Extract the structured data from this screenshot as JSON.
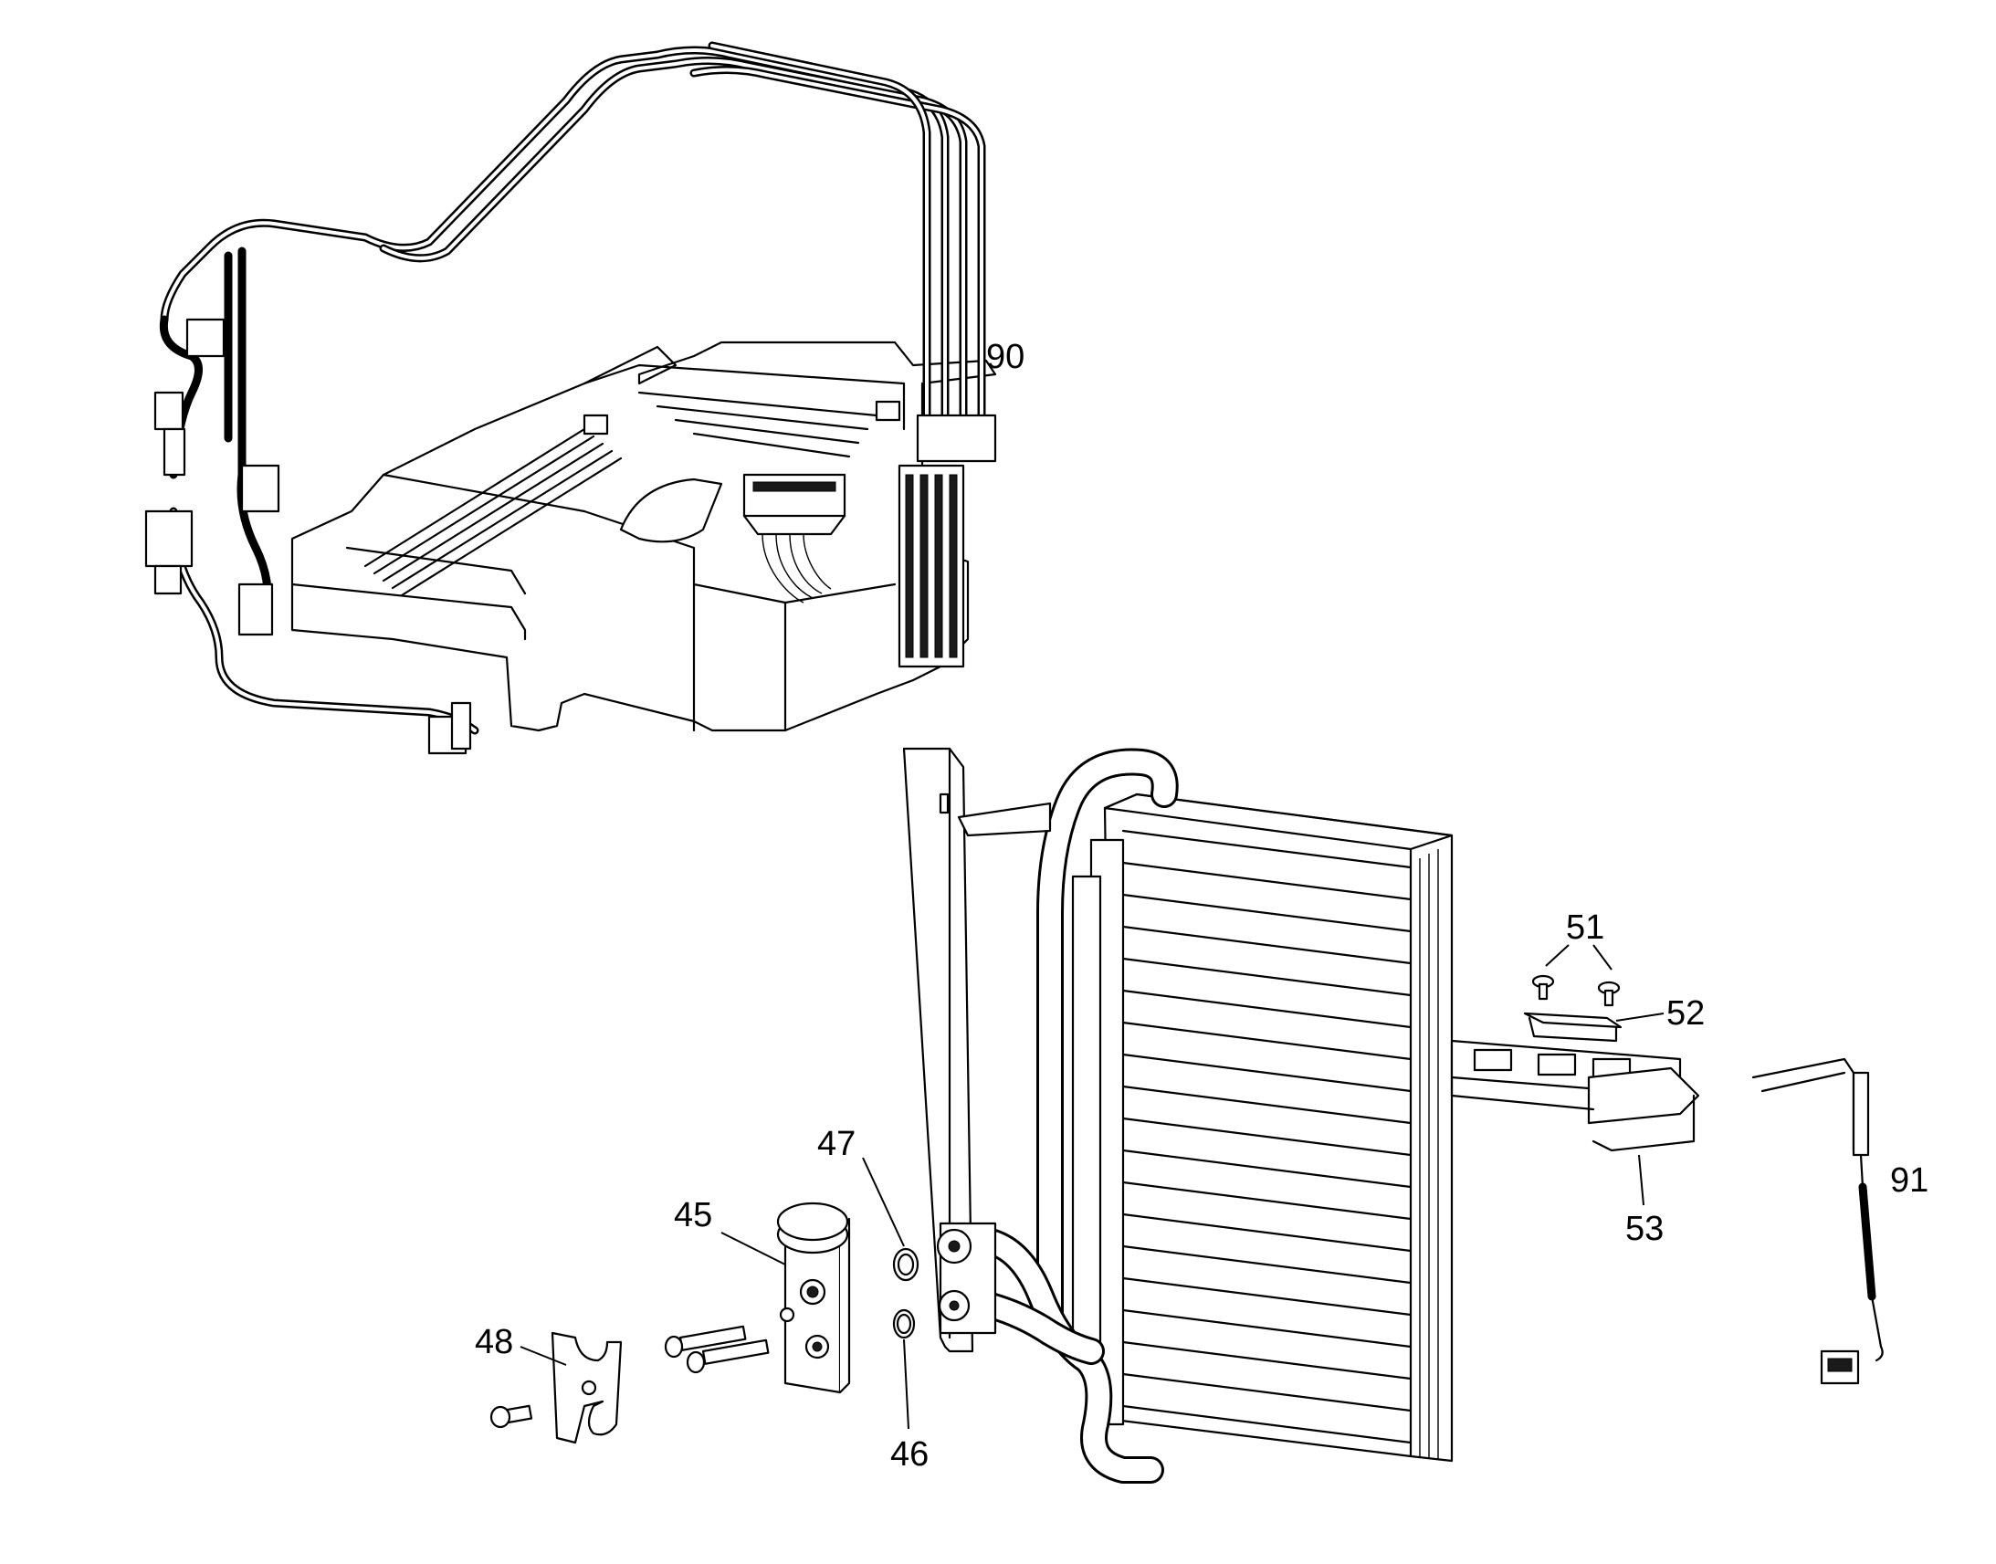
{
  "callouts": {
    "c90": "90",
    "c51": "51",
    "c52": "52",
    "c53": "53",
    "c91": "91",
    "c47": "47",
    "c45": "45",
    "c48": "48",
    "c46": "46"
  }
}
